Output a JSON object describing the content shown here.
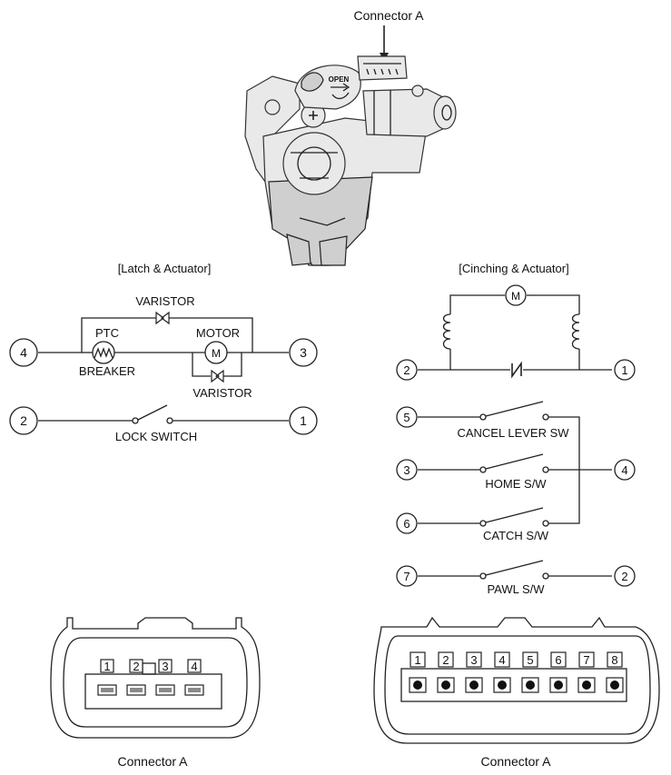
{
  "top": {
    "connector_label": "Connector A",
    "open_label": "OPEN"
  },
  "latch": {
    "title": "[Latch & Actuator]",
    "varistor_top": "VARISTOR",
    "ptc": "PTC",
    "breaker": "BREAKER",
    "motor": "MOTOR",
    "motor_symbol": "M",
    "varistor_bottom": "VARISTOR",
    "lock_switch": "LOCK SWITCH",
    "pins": {
      "left_top": "4",
      "right_top": "3",
      "left_bottom": "2",
      "right_bottom": "1"
    }
  },
  "cinching": {
    "title": "[Cinching & Actuator]",
    "motor_symbol": "M",
    "pins": {
      "left_main": "2",
      "right_main": "1"
    },
    "switches": [
      {
        "left": "5",
        "right": "",
        "label": "CANCEL LEVER SW"
      },
      {
        "left": "3",
        "right": "4",
        "label": "HOME S/W"
      },
      {
        "left": "6",
        "right": "",
        "label": "CATCH S/W"
      },
      {
        "left": "7",
        "right": "2",
        "label": "PAWL S/W"
      }
    ]
  },
  "connector_left": {
    "pins": [
      "1",
      "2",
      "3",
      "4"
    ],
    "caption": "Connector A"
  },
  "connector_right": {
    "pins": [
      "1",
      "2",
      "3",
      "4",
      "5",
      "6",
      "7",
      "8"
    ],
    "caption": "Connector A"
  }
}
